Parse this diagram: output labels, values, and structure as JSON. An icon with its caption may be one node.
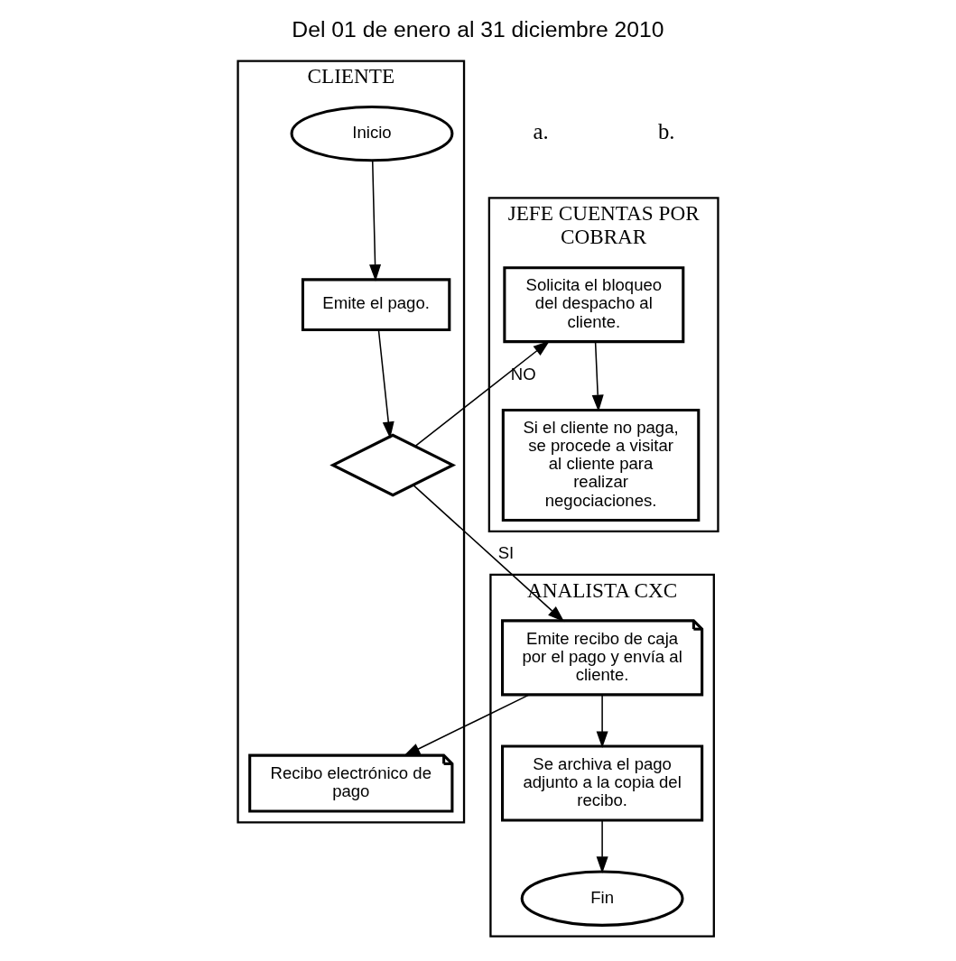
{
  "diagram": {
    "title": "Del 01 de enero al 31 diciembre 2010",
    "nodes": [
      {
        "text": [
          "CLIENTE"
        ]
      },
      {
        "text": [
          "ANALISTA CXC"
        ]
      },
      {
        "text": [
          "JEFE CUENTAS POR COBRAR"
        ]
      },
      {
        "text": [
          "Inicio"
        ],
        "in": 0
      },
      {
        "text": [
          "Emite el pago."
        ],
        "in": 0
      },
      {
        "text": [],
        "shape": "diamond",
        "in": 0
      },
      {
        "text": [
          "Recibo electrónico de pago"
        ],
        "in": 0
      },
      {
        "text": [
          "Emite recibo de caja por el pago y envía al cliente."
        ],
        "in": 1
      },
      {
        "text": [
          "Se archiva el pago adjunto a la copia del recibo."
        ],
        "in": 1
      },
      {
        "text": [
          "Fin"
        ],
        "in": 1
      },
      {
        "text": [
          "Solicita el bloqueo del despacho al cliente."
        ],
        "in": 2
      },
      {
        "text": [
          "Si el cliente no paga, se procede a visitar al cliente para realizar negociaciones."
        ],
        "in": 2
      }
    ],
    "edges": [
      {
        "from": 3,
        "to": 4,
        "arrow": "to"
      },
      {
        "from": 4,
        "to": 5,
        "arrow": "to"
      },
      {
        "from": 5,
        "to": 10,
        "arrow": "to",
        "label": "NO"
      },
      {
        "from": 5,
        "to": 7,
        "arrow": "to",
        "label": "SI"
      },
      {
        "from": 7,
        "to": 6,
        "arrow": "to"
      },
      {
        "from": 7,
        "to": 8,
        "arrow": "to"
      },
      {
        "from": 8,
        "to": 9,
        "arrow": "to"
      },
      {
        "from": 10,
        "to": 11,
        "arrow": "to"
      }
    ],
    "labels": [
      "a.",
      "b."
    ]
  }
}
